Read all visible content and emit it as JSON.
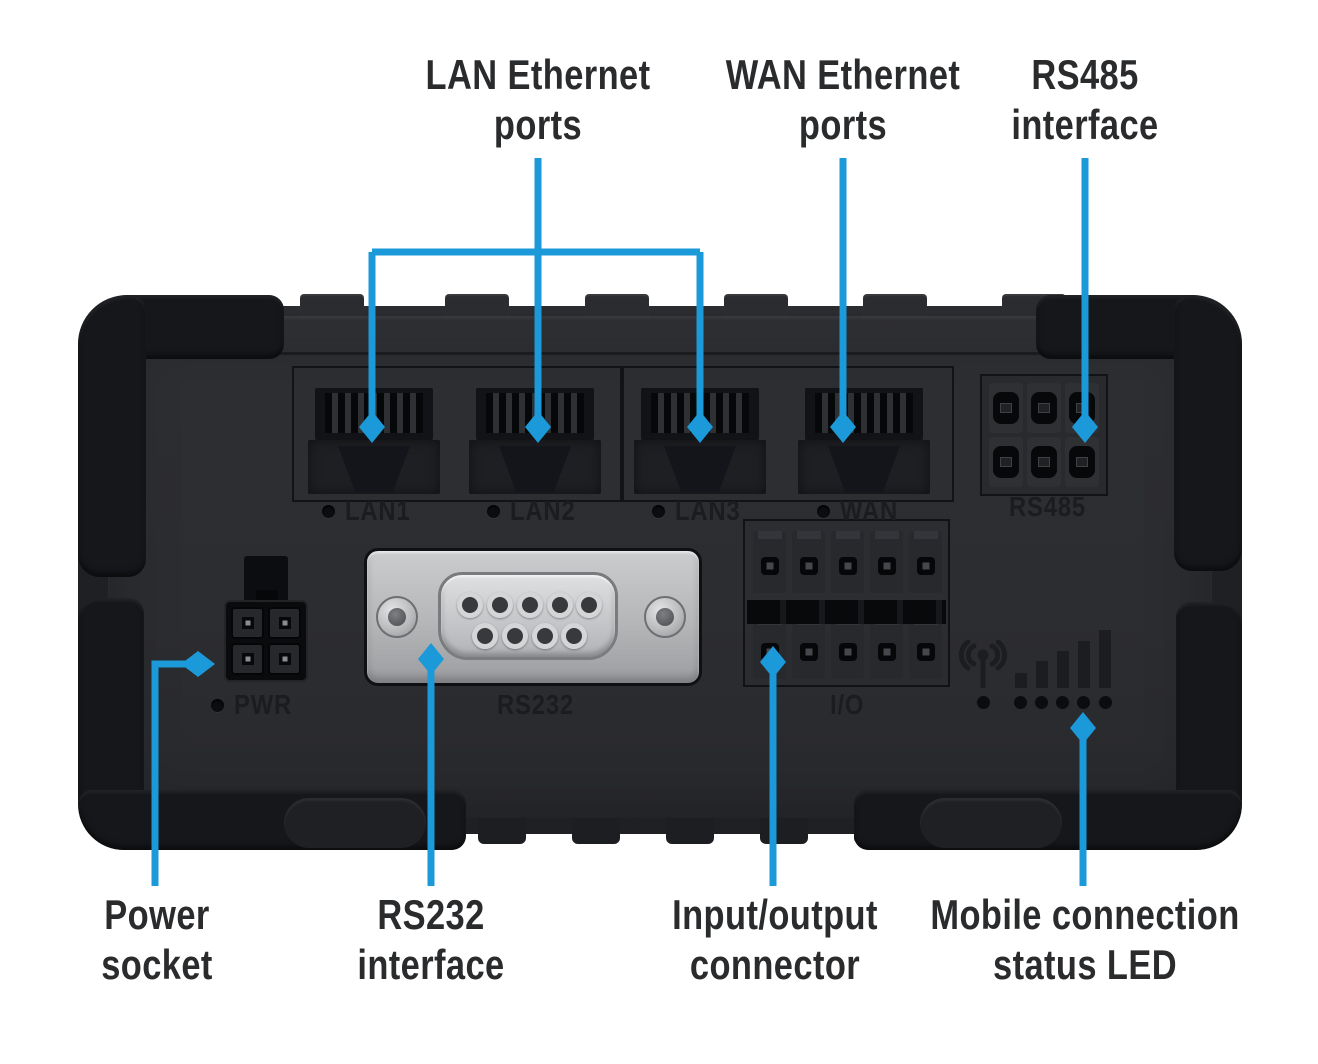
{
  "colors": {
    "accent": "#1b99d8",
    "label": "#2a2b2d",
    "device_label": "#1b1c1f"
  },
  "callouts": {
    "lan": {
      "line1": "LAN Ethernet",
      "line2": "ports"
    },
    "wan": {
      "line1": "WAN Ethernet",
      "line2": "ports"
    },
    "rs485": {
      "line1": "RS485",
      "line2": "interface"
    },
    "power": {
      "line1": "Power",
      "line2": "socket"
    },
    "rs232": {
      "line1": "RS232",
      "line2": "interface"
    },
    "io": {
      "line1": "Input/output",
      "line2": "connector"
    },
    "mobile": {
      "line1": "Mobile connection",
      "line2": "status LED"
    }
  },
  "device": {
    "ports": [
      {
        "label": "LAN1"
      },
      {
        "label": "LAN2"
      },
      {
        "label": "LAN3"
      },
      {
        "label": "WAN"
      }
    ],
    "rs485_label": "RS485",
    "pwr_label": "PWR",
    "rs232_label": "RS232",
    "io_label": "I/O"
  },
  "icons": {
    "arrow_marker": "diamond",
    "antenna_icon": "mobile-signal-antenna",
    "signal_bars": "5-bar-signal-strength",
    "led_dots": "status-led-dot-row"
  }
}
